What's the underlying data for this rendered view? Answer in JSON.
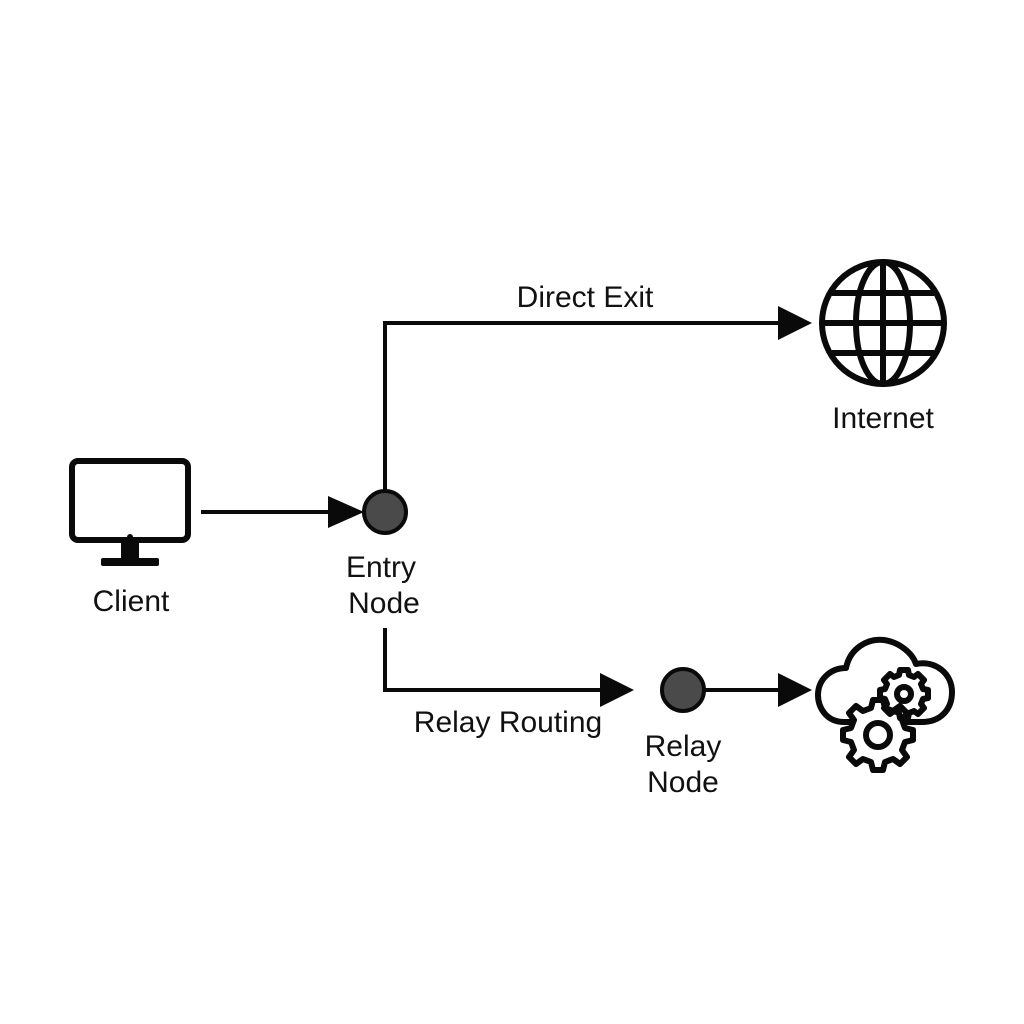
{
  "nodes": {
    "client": {
      "label": "Client",
      "icon": "monitor-icon"
    },
    "entry": {
      "line1": "Entry",
      "line2": "Node"
    },
    "relay": {
      "line1": "Relay",
      "line2": "Node"
    },
    "internet": {
      "label": "Internet",
      "icon": "globe-icon"
    },
    "cloud": {
      "icon": "cloud-gears-icon"
    }
  },
  "edges": {
    "direct_exit": {
      "label": "Direct Exit"
    },
    "relay_routing": {
      "label": "Relay Routing"
    }
  },
  "colors": {
    "stroke": "#0a0a0a",
    "node_fill": "#4a4a4a",
    "background": "#ffffff"
  }
}
